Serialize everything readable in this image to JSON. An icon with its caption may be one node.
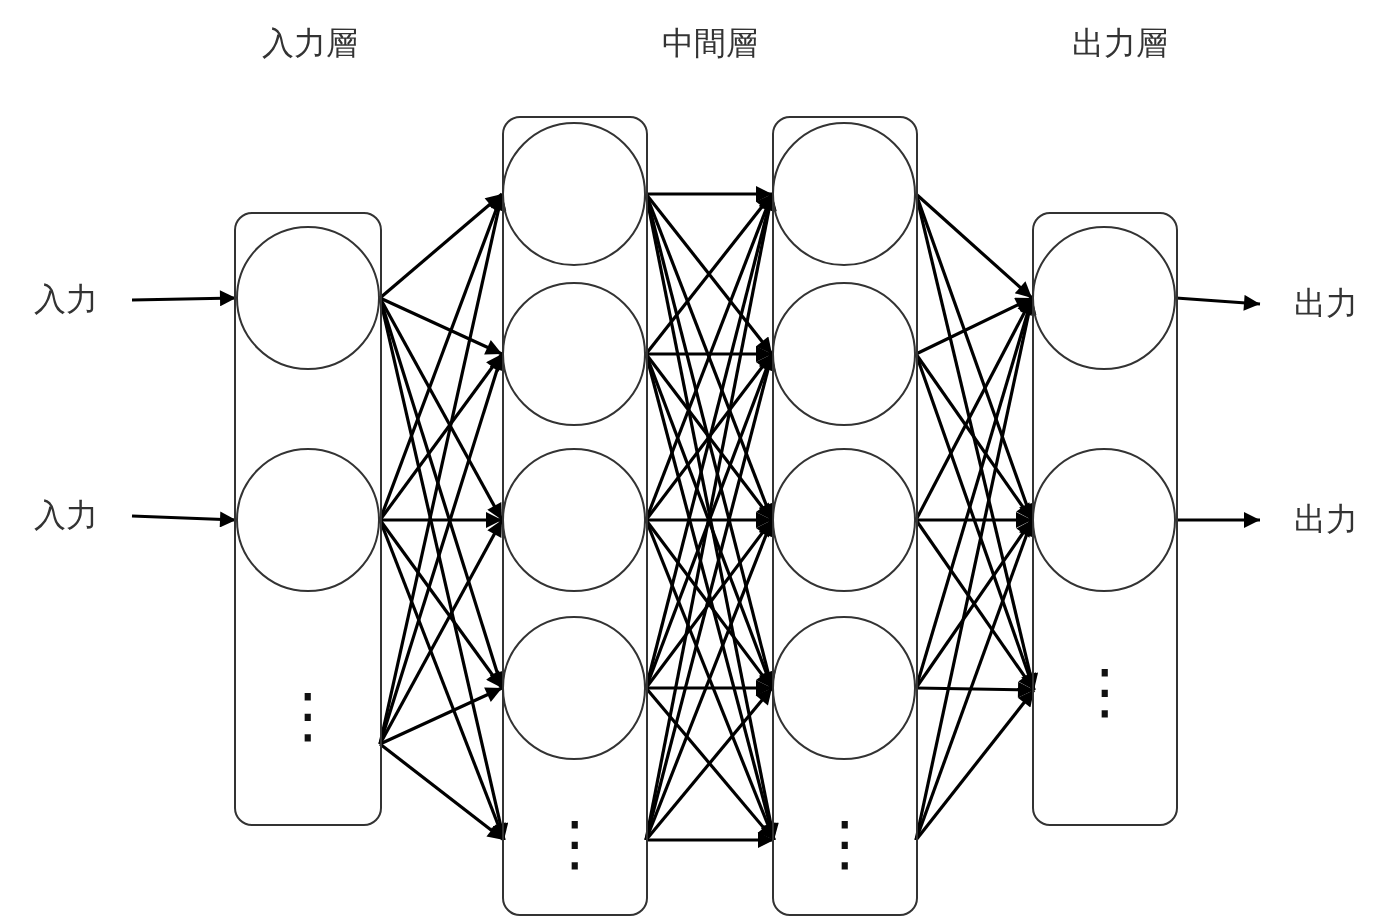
{
  "diagram": {
    "nodes": [
      {
        "text": [
          "入力"
        ]
      },
      {
        "text": [
          "入力"
        ]
      },
      {
        "text": [],
        "shape": "box"
      },
      {
        "text": [],
        "shape": "circle",
        "in": 2
      },
      {
        "text": [],
        "shape": "circle",
        "in": 2
      },
      {
        "text": [
          "⋮"
        ],
        "in": 2
      },
      {
        "text": [],
        "shape": "box"
      },
      {
        "text": [],
        "shape": "circle",
        "in": 6
      },
      {
        "text": [],
        "shape": "circle",
        "in": 6
      },
      {
        "text": [],
        "shape": "circle",
        "in": 6
      },
      {
        "text": [],
        "shape": "circle",
        "in": 6
      },
      {
        "text": [
          "⋮"
        ],
        "in": 6
      },
      {
        "text": [],
        "shape": "box"
      },
      {
        "text": [],
        "shape": "circle",
        "in": 12
      },
      {
        "text": [],
        "shape": "circle",
        "in": 12
      },
      {
        "text": [],
        "shape": "circle",
        "in": 12
      },
      {
        "text": [],
        "shape": "circle",
        "in": 12
      },
      {
        "text": [
          "⋮"
        ],
        "in": 12
      },
      {
        "text": [],
        "shape": "box"
      },
      {
        "text": [],
        "shape": "circle",
        "in": 18
      },
      {
        "text": [],
        "shape": "circle",
        "in": 18
      },
      {
        "text": [
          "⋮"
        ],
        "in": 18
      },
      {
        "text": [
          "出力"
        ]
      },
      {
        "text": [
          "出力"
        ]
      }
    ],
    "edges": [
      {
        "from": 0,
        "to": 3,
        "arrow": "to"
      },
      {
        "from": 1,
        "to": 4,
        "arrow": "to"
      },
      {
        "from": 3,
        "to": 7,
        "arrow": "to"
      },
      {
        "from": 3,
        "to": 8,
        "arrow": "to"
      },
      {
        "from": 3,
        "to": 9,
        "arrow": "to"
      },
      {
        "from": 3,
        "to": 10,
        "arrow": "to"
      },
      {
        "from": 3,
        "to": 11,
        "arrow": "to"
      },
      {
        "from": 4,
        "to": 7,
        "arrow": "to"
      },
      {
        "from": 4,
        "to": 8,
        "arrow": "to"
      },
      {
        "from": 4,
        "to": 9,
        "arrow": "to"
      },
      {
        "from": 4,
        "to": 10,
        "arrow": "to"
      },
      {
        "from": 4,
        "to": 11,
        "arrow": "to"
      },
      {
        "from": 5,
        "to": 7,
        "arrow": "to"
      },
      {
        "from": 5,
        "to": 8,
        "arrow": "to"
      },
      {
        "from": 5,
        "to": 9,
        "arrow": "to"
      },
      {
        "from": 5,
        "to": 10,
        "arrow": "to"
      },
      {
        "from": 5,
        "to": 11,
        "arrow": "to"
      },
      {
        "from": 7,
        "to": 13,
        "arrow": "to"
      },
      {
        "from": 7,
        "to": 14,
        "arrow": "to"
      },
      {
        "from": 7,
        "to": 15,
        "arrow": "to"
      },
      {
        "from": 7,
        "to": 16,
        "arrow": "to"
      },
      {
        "from": 7,
        "to": 17,
        "arrow": "to"
      },
      {
        "from": 8,
        "to": 13,
        "arrow": "to"
      },
      {
        "from": 8,
        "to": 14,
        "arrow": "to"
      },
      {
        "from": 8,
        "to": 15,
        "arrow": "to"
      },
      {
        "from": 8,
        "to": 16,
        "arrow": "to"
      },
      {
        "from": 8,
        "to": 17,
        "arrow": "to"
      },
      {
        "from": 9,
        "to": 13,
        "arrow": "to"
      },
      {
        "from": 9,
        "to": 14,
        "arrow": "to"
      },
      {
        "from": 9,
        "to": 15,
        "arrow": "to"
      },
      {
        "from": 9,
        "to": 16,
        "arrow": "to"
      },
      {
        "from": 9,
        "to": 17,
        "arrow": "to"
      },
      {
        "from": 10,
        "to": 13,
        "arrow": "to"
      },
      {
        "from": 10,
        "to": 14,
        "arrow": "to"
      },
      {
        "from": 10,
        "to": 15,
        "arrow": "to"
      },
      {
        "from": 10,
        "to": 16,
        "arrow": "to"
      },
      {
        "from": 10,
        "to": 17,
        "arrow": "to"
      },
      {
        "from": 11,
        "to": 13,
        "arrow": "to"
      },
      {
        "from": 11,
        "to": 14,
        "arrow": "to"
      },
      {
        "from": 11,
        "to": 15,
        "arrow": "to"
      },
      {
        "from": 11,
        "to": 16,
        "arrow": "to"
      },
      {
        "from": 11,
        "to": 17,
        "arrow": "to"
      },
      {
        "from": 13,
        "to": 19,
        "arrow": "to"
      },
      {
        "from": 13,
        "to": 20,
        "arrow": "to"
      },
      {
        "from": 13,
        "to": 21,
        "arrow": "to"
      },
      {
        "from": 14,
        "to": 19,
        "arrow": "to"
      },
      {
        "from": 14,
        "to": 20,
        "arrow": "to"
      },
      {
        "from": 14,
        "to": 21,
        "arrow": "to"
      },
      {
        "from": 15,
        "to": 19,
        "arrow": "to"
      },
      {
        "from": 15,
        "to": 20,
        "arrow": "to"
      },
      {
        "from": 15,
        "to": 21,
        "arrow": "to"
      },
      {
        "from": 16,
        "to": 19,
        "arrow": "to"
      },
      {
        "from": 16,
        "to": 20,
        "arrow": "to"
      },
      {
        "from": 16,
        "to": 21,
        "arrow": "to"
      },
      {
        "from": 17,
        "to": 19,
        "arrow": "to"
      },
      {
        "from": 17,
        "to": 20,
        "arrow": "to"
      },
      {
        "from": 17,
        "to": 21,
        "arrow": "to"
      },
      {
        "from": 19,
        "to": 22,
        "arrow": "to"
      },
      {
        "from": 20,
        "to": 23,
        "arrow": "to"
      }
    ],
    "labels": [
      "入力層",
      "中間層",
      "出力層"
    ]
  }
}
